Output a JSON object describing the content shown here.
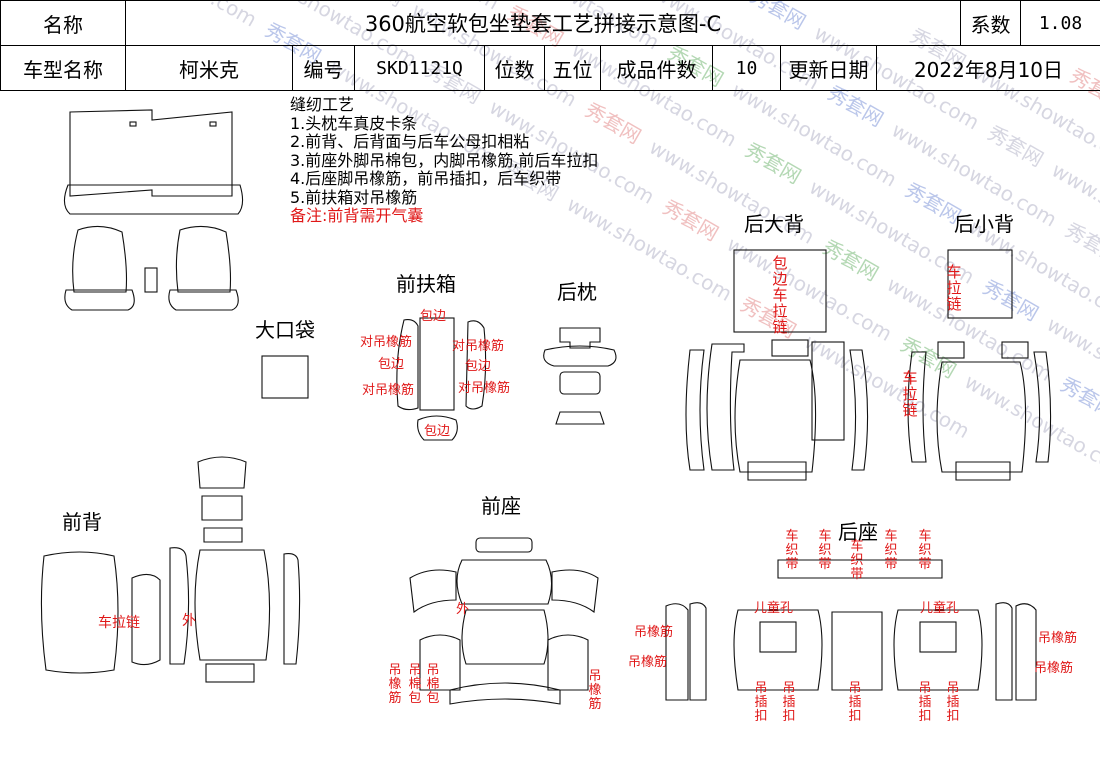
{
  "header": {
    "name_label": "名称",
    "title": "360航空软包坐垫套工艺拼接示意图-C",
    "coef_label": "系数",
    "coef_value": "1.08",
    "model_label": "车型名称",
    "model_value": "柯米克",
    "code_label": "编号",
    "code_value": "SKD1121Q",
    "seats_label": "位数",
    "seats_value": "五位",
    "pieces_label": "成品件数",
    "pieces_value": "10",
    "update_label": "更新日期",
    "update_value": "2022年8月10日"
  },
  "notes": {
    "title": "缝纫工艺",
    "items": [
      "1.头枕车真皮卡条",
      "2.前背、后背面与后车公母扣相粘",
      "3.前座外脚吊棉包，内脚吊橡筋,前后车拉扣",
      "4.后座脚吊橡筋，前吊插扣，后车织带",
      "5.前扶箱对吊橡筋"
    ],
    "remark": "备注:前背需开气囊"
  },
  "sections": {
    "big_bag": "大口袋",
    "front_armrest": "前扶箱",
    "rear_headrest": "后枕",
    "rear_big_back": "后大背",
    "rear_small_back": "后小背",
    "front_back": "前背",
    "front_seat": "前座",
    "rear_seat": "后座"
  },
  "annotations": {
    "wrap_edge": "包边",
    "hang_elastic_pair": "对吊橡筋",
    "wrap_zip": "包边车拉链",
    "zipper": "车拉链",
    "outer": "外",
    "hang_elastic": "吊橡筋",
    "hang_cotton_wrap": "吊棉包",
    "webbing": "车织带",
    "child_hole": "儿童孔",
    "hang_insert_buckle": "吊插扣"
  },
  "watermark": {
    "cn": "秀套网",
    "en": "www.showtao.com"
  }
}
